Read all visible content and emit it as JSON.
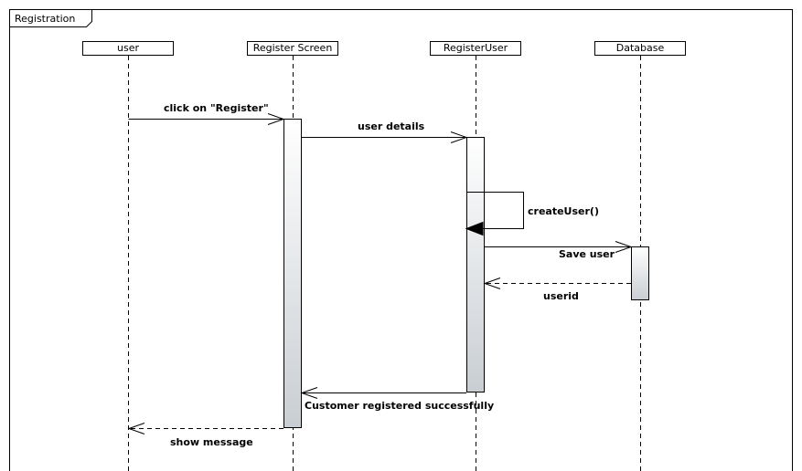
{
  "frame": {
    "title": "Registration"
  },
  "participants": [
    {
      "id": "user",
      "label": "user"
    },
    {
      "id": "register-screen",
      "label": "Register Screen"
    },
    {
      "id": "register-user",
      "label": "RegisterUser"
    },
    {
      "id": "database",
      "label": "Database"
    }
  ],
  "messages": [
    {
      "label": "click on \"Register\"",
      "from": "user",
      "to": "register-screen",
      "kind": "sync"
    },
    {
      "label": "user details",
      "from": "register-screen",
      "to": "register-user",
      "kind": "sync"
    },
    {
      "label": "createUser()",
      "from": "register-user",
      "to": "register-user",
      "kind": "self"
    },
    {
      "label": "Save user",
      "from": "register-user",
      "to": "database",
      "kind": "sync"
    },
    {
      "label": "userid",
      "from": "database",
      "to": "register-user",
      "kind": "return"
    },
    {
      "label": "Customer registered successfully",
      "from": "register-user",
      "to": "register-screen",
      "kind": "sync"
    },
    {
      "label": "show message",
      "from": "register-screen",
      "to": "user",
      "kind": "return"
    }
  ],
  "colors": {
    "line": "#000000",
    "activation_top": "#ffffff",
    "activation_bottom": "#c9ced3"
  }
}
